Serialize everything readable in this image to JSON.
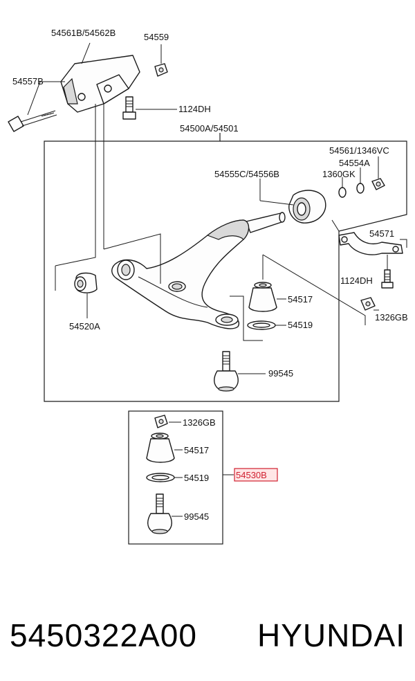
{
  "labels": {
    "bracket": "54561B/54562B",
    "nut_top": "54559",
    "bolt_long": "54557B",
    "bolt_short": "1124DH",
    "arm_assy": "54500A/54501",
    "stab_hw": "54561/1346VC",
    "washer": "54554A",
    "bushing_large": "54555C/54556B",
    "washer2": "1360GK",
    "clamp": "54571",
    "bolt_clamp": "1124DH",
    "nut_clamp": "1326GB",
    "boot_main": "54517",
    "ring_main": "54519",
    "bushing_small": "54520A",
    "balljoint_main": "99545",
    "kit_nut": "1326GB",
    "kit_boot": "54517",
    "kit_ring": "54519",
    "kit_code": "54530B",
    "kit_balljoint": "99545"
  },
  "footer": {
    "part_number": "5450322A00",
    "brand": "HYUNDAI"
  },
  "colors": {
    "highlight": "#d02030"
  }
}
